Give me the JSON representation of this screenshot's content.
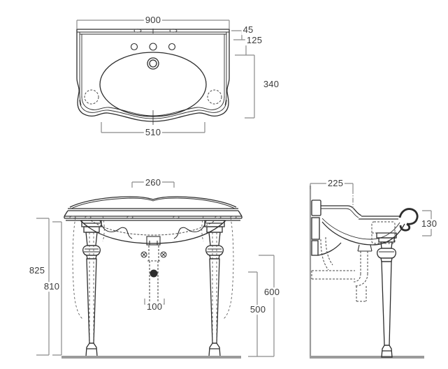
{
  "drawing": {
    "kind": "console washbasin technical drawing (plan, front and side elevations)",
    "colors": {
      "line": "#2d2d2d",
      "dimension_line": "#8a8a8a",
      "floor_wall": "#9b9b9b",
      "text": "#3a3a3a",
      "background": "#ffffff"
    }
  },
  "dimensions": {
    "plan": {
      "overall_width": "900",
      "back_edge": "45",
      "tap_line": "125",
      "bowl_depth": "340",
      "front_edge": "510"
    },
    "front": {
      "center_width": "260",
      "height_rim_top": "825",
      "height_rim_bottom": "810",
      "drain_gap": "100",
      "outlet_height_upper": "600",
      "outlet_height_lower": "500"
    },
    "side": {
      "wall_depth": "225",
      "front_apron": "130"
    }
  }
}
